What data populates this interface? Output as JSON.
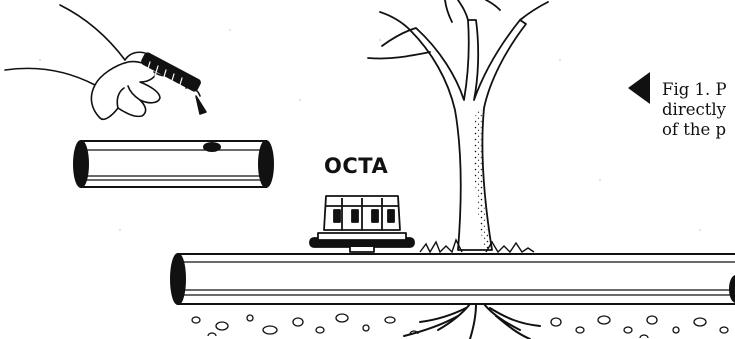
{
  "diagram": {
    "device_label": "OCTA",
    "caption_lines": [
      "Fig 1. P",
      "directly",
      "of the p"
    ]
  },
  "icons": {
    "hand": "hand-holding-dripper-icon",
    "pointer": "left-pointer-triangle-icon"
  },
  "colors": {
    "ink": "#111111",
    "paper": "#ffffff"
  }
}
